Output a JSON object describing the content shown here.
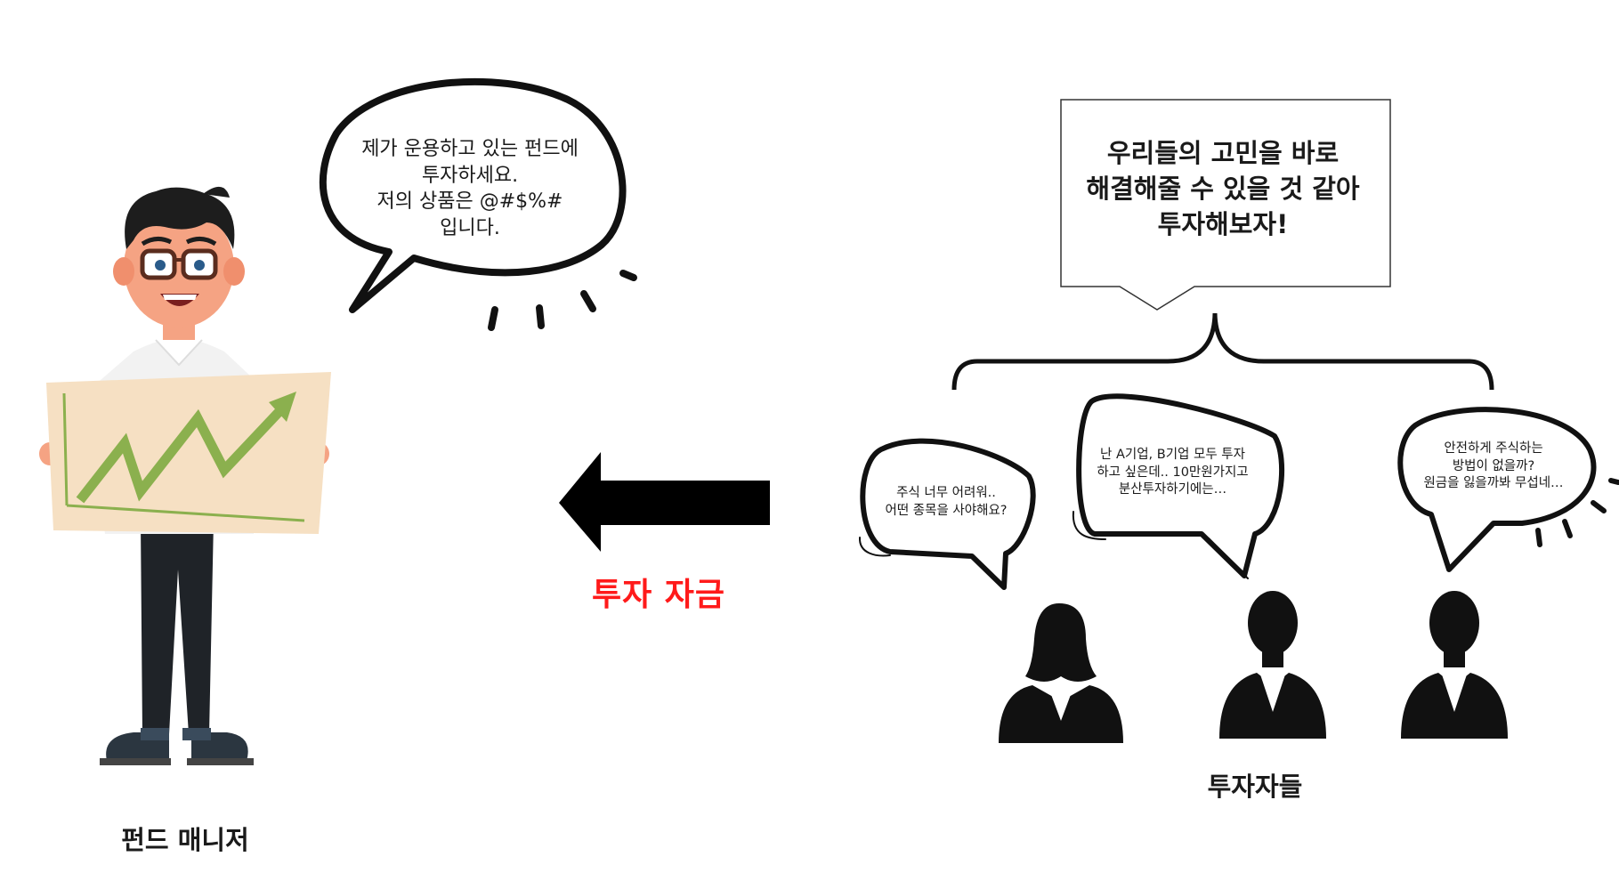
{
  "fund_manager": {
    "label": "펀드 매니저",
    "speech": [
      "제가 운용하고 있는 펀드에",
      "투자하세요.",
      "저의 상품은 @#$%#",
      "입니다."
    ]
  },
  "flow": {
    "label": "투자 자금",
    "direction": "investors-to-fund-manager",
    "label_color": "#ff1a1a"
  },
  "investors": {
    "label": "투자자들",
    "collective_speech": [
      "우리들의 고민을 바로",
      "해결해줄 수 있을 것 같아",
      "투자해보자!"
    ],
    "members": [
      {
        "speech": [
          "주식 너무 어려워..",
          "어떤 종목을 사야해요?"
        ]
      },
      {
        "speech": [
          "난 A기업, B기업 모두 투자",
          "하고 싶은데.. 10만원가지고",
          "분산투자하기에는…"
        ]
      },
      {
        "speech": [
          "안전하게 주식하는",
          "방법이 없을까?",
          "원금을 잃을까봐 무섭네…"
        ]
      }
    ]
  },
  "colors": {
    "chart_board": "#f6e0c3",
    "chart_line": "#8bb04e",
    "skin": "#f5a383",
    "silhouette": "#111111"
  }
}
